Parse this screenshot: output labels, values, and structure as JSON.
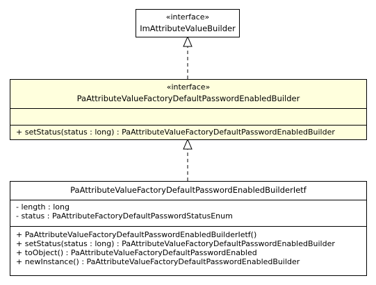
{
  "colors": {
    "highlight_fill": "#FFFFDD",
    "default_fill": "#FFFFFF",
    "border": "#000000"
  },
  "classes": {
    "top": {
      "stereotype": "«interface»",
      "name": "ImAttributeValueBuilder"
    },
    "middle": {
      "stereotype": "«interface»",
      "name": "PaAttributeValueFactoryDefaultPasswordEnabledBuilder",
      "attributes": [],
      "operations": [
        "+ setStatus(status : long) : PaAttributeValueFactoryDefaultPasswordEnabledBuilder"
      ]
    },
    "bottom": {
      "name": "PaAttributeValueFactoryDefaultPasswordEnabledBuilderIetf",
      "attributes": [
        "- length : long",
        "- status : PaAttributeFactoryDefaultPasswordStatusEnum"
      ],
      "operations": [
        "+ PaAttributeValueFactoryDefaultPasswordEnabledBuilderIetf()",
        "+ setStatus(status : long) : PaAttributeValueFactoryDefaultPasswordEnabledBuilder",
        "+ toObject() : PaAttributeValueFactoryDefaultPasswordEnabled",
        "+ newInstance() : PaAttributeValueFactoryDefaultPasswordEnabledBuilder"
      ]
    }
  },
  "relations": [
    {
      "from": "middle",
      "to": "top",
      "type": "realization"
    },
    {
      "from": "bottom",
      "to": "middle",
      "type": "realization"
    }
  ]
}
